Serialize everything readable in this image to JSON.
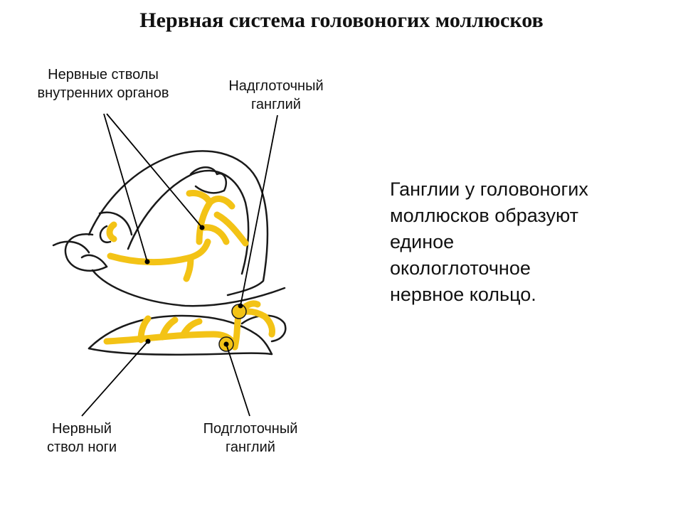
{
  "title": "Нервная система головоногих моллюсков",
  "labels": {
    "visceral": [
      "Нервные стволы",
      "внутренних органов"
    ],
    "supra": [
      "Надглоточный",
      "ганглий"
    ],
    "foot": [
      "Нервный",
      "ствол ноги"
    ],
    "sub": [
      "Подглоточный",
      "ганглий"
    ]
  },
  "description": [
    "Ганглии у головоногих",
    "моллюсков образуют",
    "единое",
    "окологлоточное",
    "нервное кольцо."
  ],
  "colors": {
    "nerve": "#f3c316",
    "outline": "#1a1a1a"
  }
}
